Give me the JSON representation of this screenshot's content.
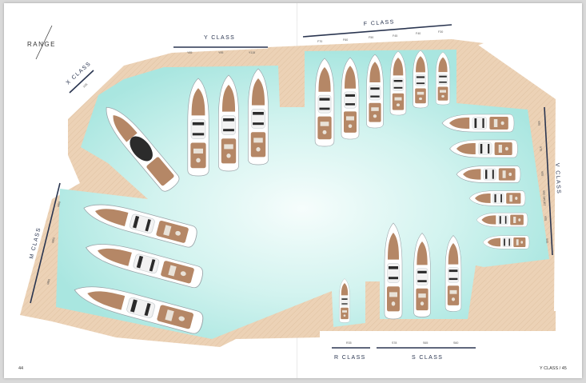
{
  "brand": "RANGE",
  "page_left": "44",
  "page_right": "45",
  "footer_section": "Y CLASS /",
  "colors": {
    "water": "#a9e6e0",
    "water_center": "#f6fdfc",
    "deck": "#ecd2b6",
    "teak": "#b58766",
    "hull": "#ffffff",
    "class_line": "#2a3550"
  },
  "classes": {
    "y": {
      "label": "Y CLASS",
      "models": [
        "Y85",
        "Y95",
        "Y115"
      ]
    },
    "f": {
      "label": "F CLASS",
      "models": [
        "F70",
        "F60",
        "F50",
        "F45",
        "F40",
        "F30"
      ]
    },
    "x": {
      "label": "X CLASS",
      "models": [
        "X95"
      ]
    },
    "v": {
      "label": "V CLASS",
      "models": [
        "V85",
        "V75",
        "V65",
        "V60 SPORT",
        "V55",
        "V45"
      ]
    },
    "m": {
      "label": "M CLASS",
      "models": [
        "M80",
        "M65",
        "M60"
      ]
    },
    "r": {
      "label": "R CLASS",
      "models": [
        "R35"
      ]
    },
    "s": {
      "label": "S CLASS",
      "models": [
        "S78",
        "S65",
        "S60"
      ]
    }
  }
}
